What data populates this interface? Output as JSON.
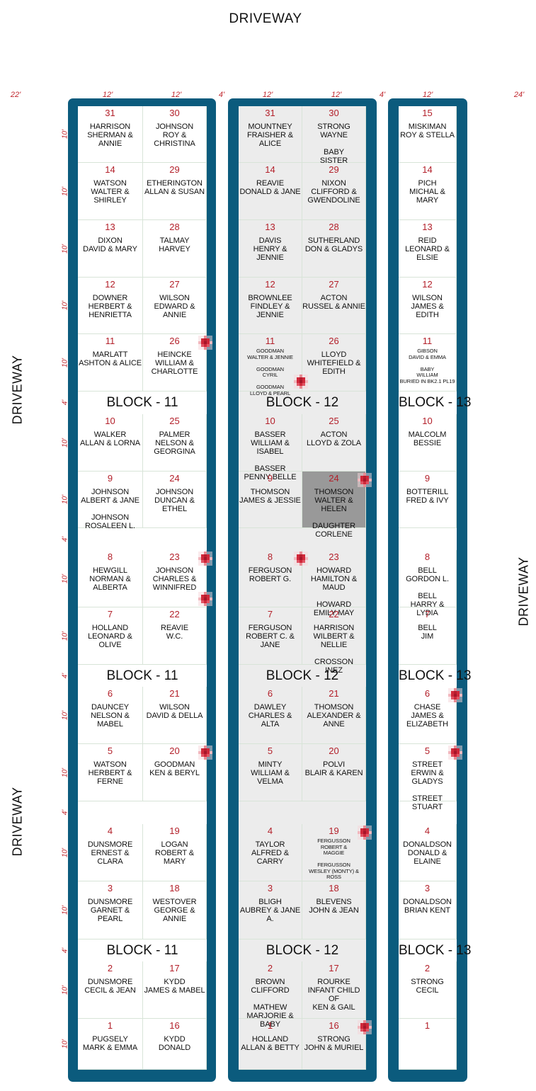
{
  "labels": {
    "driveway_top": "DRIVEWAY",
    "driveway_left_upper": "DRIVEWAY",
    "driveway_left_lower": "DRIVEWAY",
    "driveway_right": "DRIVEWAY"
  },
  "top_dimensions": [
    "22'",
    "12'",
    "12'",
    "4'",
    "12'",
    "12'",
    "4'",
    "12'",
    "24'"
  ],
  "row_dimensions": [
    "10'",
    "10'",
    "10'",
    "10'",
    "10'",
    "4'",
    "10'",
    "10'",
    "4'",
    "10'",
    "10'",
    "4'",
    "10'",
    "10'",
    "4'",
    "10'",
    "10'",
    "4'",
    "10'",
    "10'"
  ],
  "colors": {
    "frame": "#0b5b7d",
    "plot_number": "#b3202a",
    "dimension": "#c0262d",
    "marker": "#d0283a",
    "shaded_block": "#ececec",
    "highlight_plot": "#999999"
  },
  "blocks": [
    {
      "name": "BLOCK - 11",
      "shaded": false,
      "columns": [
        [
          {
            "num": "31",
            "names": "HARRISON\nSHERMAN & ANNIE"
          },
          {
            "num": "14",
            "names": "WATSON\nWALTER & SHIRLEY"
          },
          {
            "num": "13",
            "names": "DIXON\nDAVID & MARY"
          },
          {
            "num": "12",
            "names": "DOWNER\nHERBERT &\nHENRIETTA"
          },
          {
            "num": "11",
            "names": "MARLATT\nASHTON & ALICE"
          },
          {
            "num": "10",
            "names": "WALKER\nALLAN & LORNA"
          },
          {
            "num": "9",
            "names": "JOHNSON\nALBERT & JANE\n\nJOHNSON\nROSALEEN L."
          },
          {
            "num": "8",
            "names": "HEWGILL\nNORMAN &\nALBERTA"
          },
          {
            "num": "7",
            "names": "HOLLAND\nLEONARD & OLIVE"
          },
          {
            "num": "6",
            "names": "DAUNCEY\nNELSON & MABEL"
          },
          {
            "num": "5",
            "names": "WATSON\nHERBERT & FERNE"
          },
          {
            "num": "4",
            "names": "DUNSMORE\nERNEST & CLARA"
          },
          {
            "num": "3",
            "names": "DUNSMORE\nGARNET & PEARL"
          },
          {
            "num": "2",
            "names": "DUNSMORE\nCECIL & JEAN"
          },
          {
            "num": "1",
            "names": "PUGSELY\nMARK & EMMA"
          }
        ],
        [
          {
            "num": "30",
            "names": "JOHNSON\nROY & CHRISTINA"
          },
          {
            "num": "29",
            "names": "ETHERINGTON\nALLAN & SUSAN"
          },
          {
            "num": "28",
            "names": "TALMAY\nHARVEY"
          },
          {
            "num": "27",
            "names": "WILSON\nEDWARD & ANNIE"
          },
          {
            "num": "26",
            "names": "HEINCKE\nWILLIAM &\nCHARLOTTE",
            "marker": true
          },
          {
            "num": "25",
            "names": "PALMER\nNELSON &\nGEORGINA"
          },
          {
            "num": "24",
            "names": "JOHNSON\nDUNCAN & ETHEL"
          },
          {
            "num": "23",
            "names": "JOHNSON\nCHARLES &\nWINNIFRED",
            "marker": true,
            "marker2": true
          },
          {
            "num": "22",
            "names": "REAVIE\nW.C."
          },
          {
            "num": "21",
            "names": "WILSON\nDAVID & DELLA"
          },
          {
            "num": "20",
            "names": "GOODMAN\nKEN & BERYL",
            "marker": true
          },
          {
            "num": "19",
            "names": "LOGAN\nROBERT & MARY"
          },
          {
            "num": "18",
            "names": "WESTOVER\nGEORGE & ANNIE"
          },
          {
            "num": "17",
            "names": "KYDD\nJAMES & MABEL"
          },
          {
            "num": "16",
            "names": "KYDD\nDONALD"
          }
        ]
      ]
    },
    {
      "name": "BLOCK - 12",
      "shaded": true,
      "columns": [
        [
          {
            "num": "31",
            "names": "MOUNTNEY\nFRAISHER & ALICE"
          },
          {
            "num": "14",
            "names": "REAVIE\nDONALD & JANE"
          },
          {
            "num": "13",
            "names": "DAVIS\nHENRY & JENNIE"
          },
          {
            "num": "12",
            "names": "BROWNLEE\nFINDLEY & JENNIE"
          },
          {
            "num": "11",
            "names": "GOODMAN\nWALTER & JENNIE\n\nGOODMAN\nCYRIL\n\nGOODMAN\nLLOYD & PEARL",
            "small": true,
            "marker": true,
            "marker_bottom": true
          },
          {
            "num": "10",
            "names": "BASSER\nWILLIAM & ISABEL\n\nBASSER\nPENNY BELLE"
          },
          {
            "num": "9",
            "names": "THOMSON\nJAMES & JESSIE"
          },
          {
            "num": "8",
            "names": "FERGUSON\nROBERT  G.",
            "marker": true
          },
          {
            "num": "7",
            "names": "FERGUSON\nROBERT  C. & JANE"
          },
          {
            "num": "6",
            "names": "DAWLEY\nCHARLES & ALTA"
          },
          {
            "num": "5",
            "names": "MINTY\nWILLIAM & VELMA"
          },
          {
            "num": "4",
            "names": "TAYLOR\nALFRED & CARRY"
          },
          {
            "num": "3",
            "names": "BLIGH\nAUBREY & JANE A."
          },
          {
            "num": "2",
            "names": "BROWN\nCLIFFORD\n\nMATHEW\nMARJORIE & BABY"
          },
          {
            "num": "1",
            "names": "HOLLAND\nALLAN & BETTY"
          }
        ],
        [
          {
            "num": "30",
            "names": "STRONG\nWAYNE\n\nBABY\nSISTER"
          },
          {
            "num": "29",
            "names": "NIXON\nCLIFFORD &\nGWENDOLINE"
          },
          {
            "num": "28",
            "names": "SUTHERLAND\nDON & GLADYS"
          },
          {
            "num": "27",
            "names": "ACTON\nRUSSEL & ANNIE"
          },
          {
            "num": "26",
            "names": "LLOYD\nWHITEFIELD &\nEDITH"
          },
          {
            "num": "25",
            "names": "ACTON\nLLOYD & ZOLA"
          },
          {
            "num": "24",
            "names": "THOMSON\nWALTER & HELEN\n\nDAUGHTER\nCORLENE",
            "dark": true,
            "marker": true
          },
          {
            "num": "23",
            "names": "HOWARD\nHAMILTON & MAUD\n\nHOWARD\nEMILY MAY"
          },
          {
            "num": "22",
            "names": "HARRISON\nWILBERT & NELLIE\n\nCROSSON\nINEZ"
          },
          {
            "num": "21",
            "names": "THOMSON\nALEXANDER &\nANNE"
          },
          {
            "num": "20",
            "names": "POLVI\nBLAIR & KAREN"
          },
          {
            "num": "19",
            "names": "FERGUSSON\nROBERT &\nMAGGIE\n\nFERGUSSON\nWESLEY (MONTY) &\nROSS",
            "small": true,
            "marker": true
          },
          {
            "num": "18",
            "names": "BLEVENS\nJOHN & JEAN"
          },
          {
            "num": "17",
            "names": "ROURKE\nINFANT CHILD\nOF\nKEN & GAIL"
          },
          {
            "num": "16",
            "names": "STRONG\nJOHN & MURIEL",
            "marker": true
          }
        ]
      ]
    },
    {
      "name": "BLOCK - 13",
      "shaded": false,
      "columns": [
        [
          {
            "num": "15",
            "names": "MISKIMAN\nROY & STELLA"
          },
          {
            "num": "14",
            "names": "PICH\nMICHAL & MARY"
          },
          {
            "num": "13",
            "names": "REID\nLEONARD & ELSIE"
          },
          {
            "num": "12",
            "names": "WILSON\nJAMES & EDITH"
          },
          {
            "num": "11",
            "names": "GIBSON\nDAVID & EMMA\n\nBABY\nWILLIAM\nBURIED IN BK2.1 PL19",
            "small": true
          },
          {
            "num": "10",
            "names": "MALCOLM\nBESSIE"
          },
          {
            "num": "9",
            "names": "BOTTERILL\nFRED & IVY"
          },
          {
            "num": "8",
            "names": "BELL\nGORDON L.\n\nBELL\nHARRY & LYDIA"
          },
          {
            "num": "7",
            "names": "BELL\nJIM"
          },
          {
            "num": "6",
            "names": "CHASE\nJAMES &\nELIZABETH",
            "marker": true
          },
          {
            "num": "5",
            "names": "STREET\nERWIN & GLADYS\n\nSTREET\nSTUART",
            "marker": true
          },
          {
            "num": "4",
            "names": "DONALDSON\nDONALD & ELAINE"
          },
          {
            "num": "3",
            "names": "DONALDSON\nBRIAN KENT"
          },
          {
            "num": "2",
            "names": "STRONG\nCECIL"
          },
          {
            "num": "1",
            "names": ""
          }
        ]
      ]
    }
  ]
}
